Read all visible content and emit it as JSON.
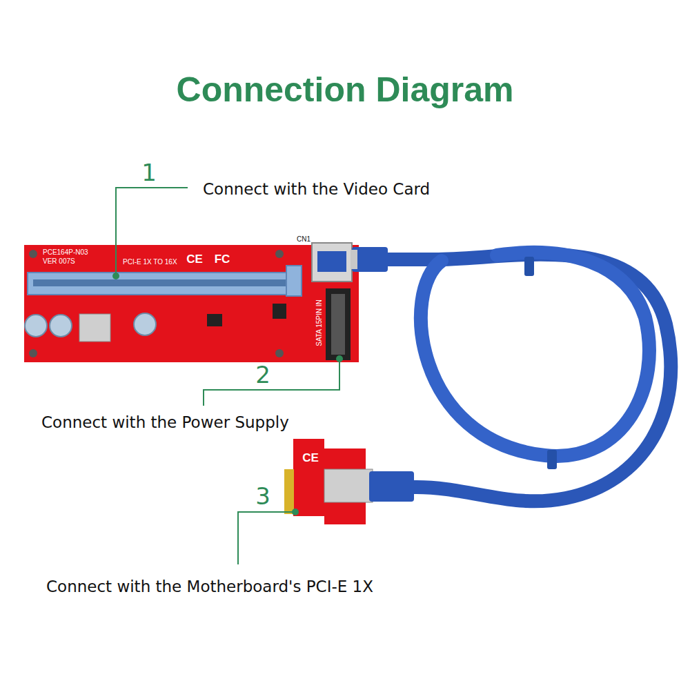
{
  "diagram": {
    "title": "Connection Diagram",
    "labels": [
      "1",
      "Connect with the Video Card",
      "2",
      "Connect with the Power Supply",
      "3",
      "Connect with the Motherboard's PCI-E 1X",
      "PCE164P-N03",
      "VER 007S",
      "PCI-E 1X TO 16X",
      "CE",
      "FC",
      "CN1",
      "SATA 15PIN IN",
      "CE"
    ]
  }
}
